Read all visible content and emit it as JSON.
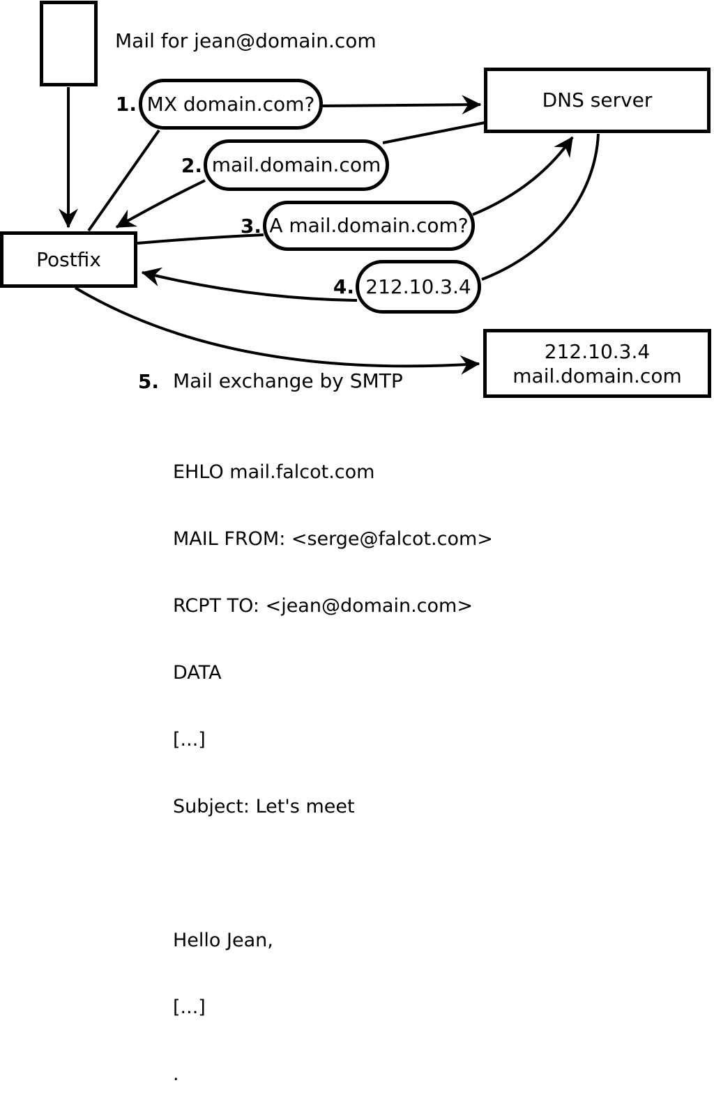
{
  "diagram": {
    "caption": "Mail for jean@domain.com",
    "nodes": {
      "postfix": {
        "label": "Postfix"
      },
      "dns_server": {
        "label": "DNS server"
      },
      "mail_server": {
        "line1": "212.10.3.4",
        "line2": "mail.domain.com"
      }
    },
    "steps": [
      {
        "num": "1.",
        "label": "MX domain.com?"
      },
      {
        "num": "2.",
        "label": "mail.domain.com"
      },
      {
        "num": "3.",
        "label": "A mail.domain.com?"
      },
      {
        "num": "4.",
        "label": "212.10.3.4"
      },
      {
        "num": "5.",
        "label": "Mail exchange by SMTP"
      }
    ],
    "smtp_session": [
      "EHLO mail.falcot.com",
      "MAIL FROM: <serge@falcot.com>",
      "RCPT TO: <jean@domain.com>",
      "DATA",
      "[...]",
      "Subject: Let's meet",
      "",
      "Hello Jean,",
      "[...]",
      "."
    ],
    "colors": {
      "line": "#000000",
      "background": "#ffffff"
    }
  }
}
